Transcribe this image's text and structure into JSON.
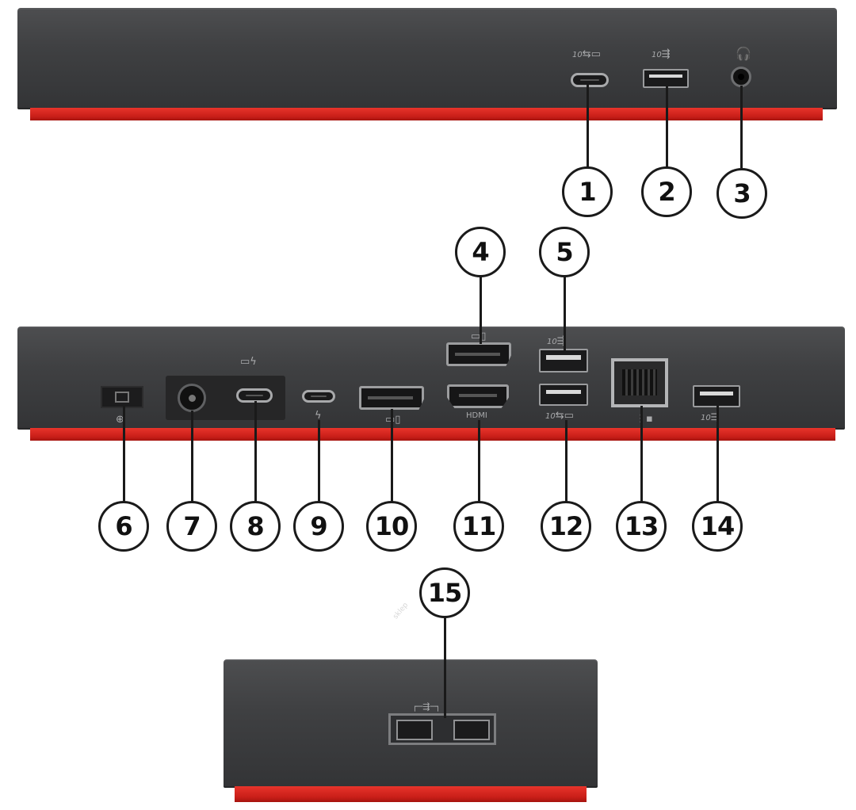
{
  "callouts": [
    "1",
    "2",
    "3",
    "4",
    "5",
    "6",
    "7",
    "8",
    "9",
    "10",
    "11",
    "12",
    "13",
    "14",
    "15"
  ],
  "port_markings": {
    "usb_c_front": "10",
    "usb_a_front": "10",
    "usb_a_rear_top": "10",
    "hdmi": "HDMI",
    "usb_a_rear_bottom": "10",
    "usb_a_rear_right": "10"
  },
  "watermark": "sklep",
  "colors": {
    "dock_body": "#3f4042",
    "dock_accent": "#d9261e",
    "callout_border": "#1a1a1a"
  },
  "icons": [
    "usb-c-display-icon",
    "usb-icon",
    "headphone-icon",
    "displayport-icon",
    "security-lock-icon",
    "laptop-charge-icon",
    "thunderbolt-icon",
    "ethernet-icon"
  ]
}
